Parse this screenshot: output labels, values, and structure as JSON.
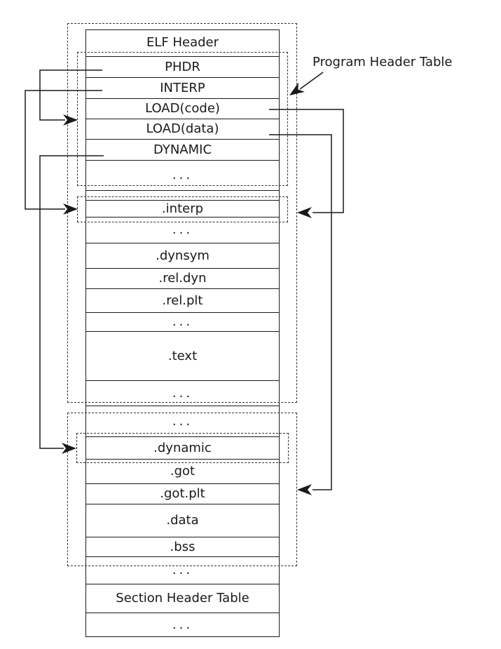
{
  "annotation": {
    "program_header_table_label": "Program Header Table"
  },
  "rows": [
    {
      "id": "elf-header",
      "label": "ELF Header"
    },
    {
      "id": "phdr",
      "label": "PHDR"
    },
    {
      "id": "interp-seg",
      "label": "INTERP"
    },
    {
      "id": "load-code",
      "label": "LOAD(code)"
    },
    {
      "id": "load-data",
      "label": "LOAD(data)"
    },
    {
      "id": "dynamic-seg",
      "label": "DYNAMIC"
    },
    {
      "id": "pht-ellipsis",
      "label": "..."
    },
    {
      "id": "interp-sec",
      "label": ".interp"
    },
    {
      "id": "ellipsis-2",
      "label": "..."
    },
    {
      "id": "dynsym",
      "label": ".dynsym"
    },
    {
      "id": "rel-dyn",
      "label": ".rel.dyn"
    },
    {
      "id": "rel-plt",
      "label": ".rel.plt"
    },
    {
      "id": "ellipsis-3",
      "label": "..."
    },
    {
      "id": "text-sec",
      "label": ".text"
    },
    {
      "id": "ellipsis-4",
      "label": "..."
    },
    {
      "id": "ellipsis-5",
      "label": "..."
    },
    {
      "id": "dynamic-sec",
      "label": ".dynamic"
    },
    {
      "id": "got",
      "label": ".got"
    },
    {
      "id": "got-plt",
      "label": ".got.plt"
    },
    {
      "id": "data-sec",
      "label": ".data"
    },
    {
      "id": "bss",
      "label": ".bss"
    },
    {
      "id": "ellipsis-6",
      "label": "..."
    },
    {
      "id": "sht",
      "label": "Section Header Table"
    },
    {
      "id": "ellipsis-7",
      "label": "..."
    }
  ],
  "connectors": [
    {
      "from": "PHDR",
      "to": "program header table box",
      "side": "left"
    },
    {
      "from": "INTERP",
      "to": ".interp",
      "side": "left"
    },
    {
      "from": "DYNAMIC",
      "to": ".dynamic",
      "side": "left"
    },
    {
      "from": "LOAD(code)",
      "to": ".interp / code segment",
      "side": "right"
    },
    {
      "from": "LOAD(data)",
      "to": ".got / data segment",
      "side": "right"
    },
    {
      "from": "Program Header Table",
      "to": "program header table box",
      "side": "top-right"
    }
  ],
  "colors": {
    "line": "#1a1a1a",
    "background": "#ffffff"
  }
}
